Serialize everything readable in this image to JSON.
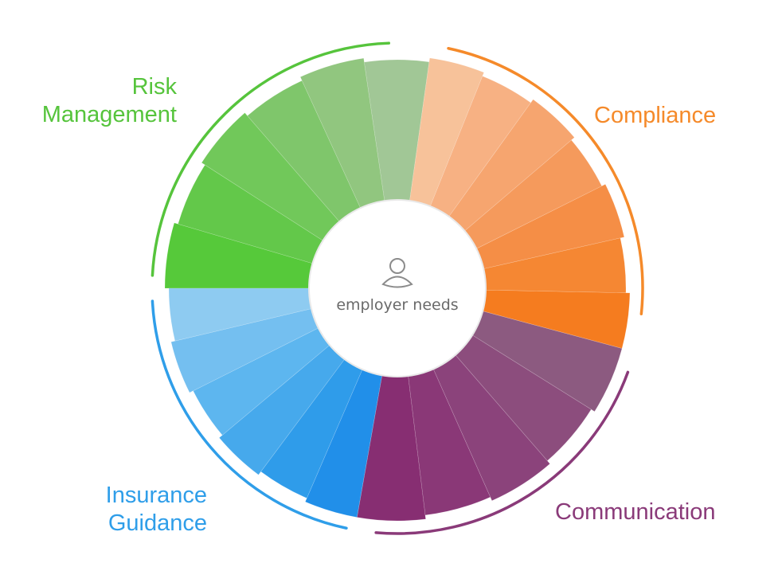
{
  "center": {
    "label": "employer needs",
    "icon": "person-icon"
  },
  "segments": [
    {
      "name": "risk-management",
      "label_lines": [
        "Risk",
        "Management"
      ],
      "color": "#56c43c",
      "shades": [
        "#56c93a",
        "#63c84a",
        "#71c85a",
        "#7fc66b",
        "#91c67f",
        "#a1c796"
      ]
    },
    {
      "name": "compliance",
      "label_lines": [
        "Compliance"
      ],
      "color": "#f58a2a",
      "shades": [
        "#f7c29a",
        "#f7b183",
        "#f6a56f",
        "#f59a5c",
        "#f58e46",
        "#f58733",
        "#f57c1f"
      ]
    },
    {
      "name": "communication",
      "label_lines": [
        "Communication"
      ],
      "color": "#8a3a79",
      "shades": [
        "#8c5a80",
        "#8c4d7d",
        "#8b437b",
        "#8a3877",
        "#872e72"
      ]
    },
    {
      "name": "insurance-guidance",
      "label_lines": [
        "Insurance",
        "Guidance"
      ],
      "color": "#2f9ee9",
      "shades": [
        "#218fe9",
        "#2f9cea",
        "#46a9ec",
        "#5db6ef",
        "#74bff0",
        "#8ecbf1"
      ]
    }
  ]
}
